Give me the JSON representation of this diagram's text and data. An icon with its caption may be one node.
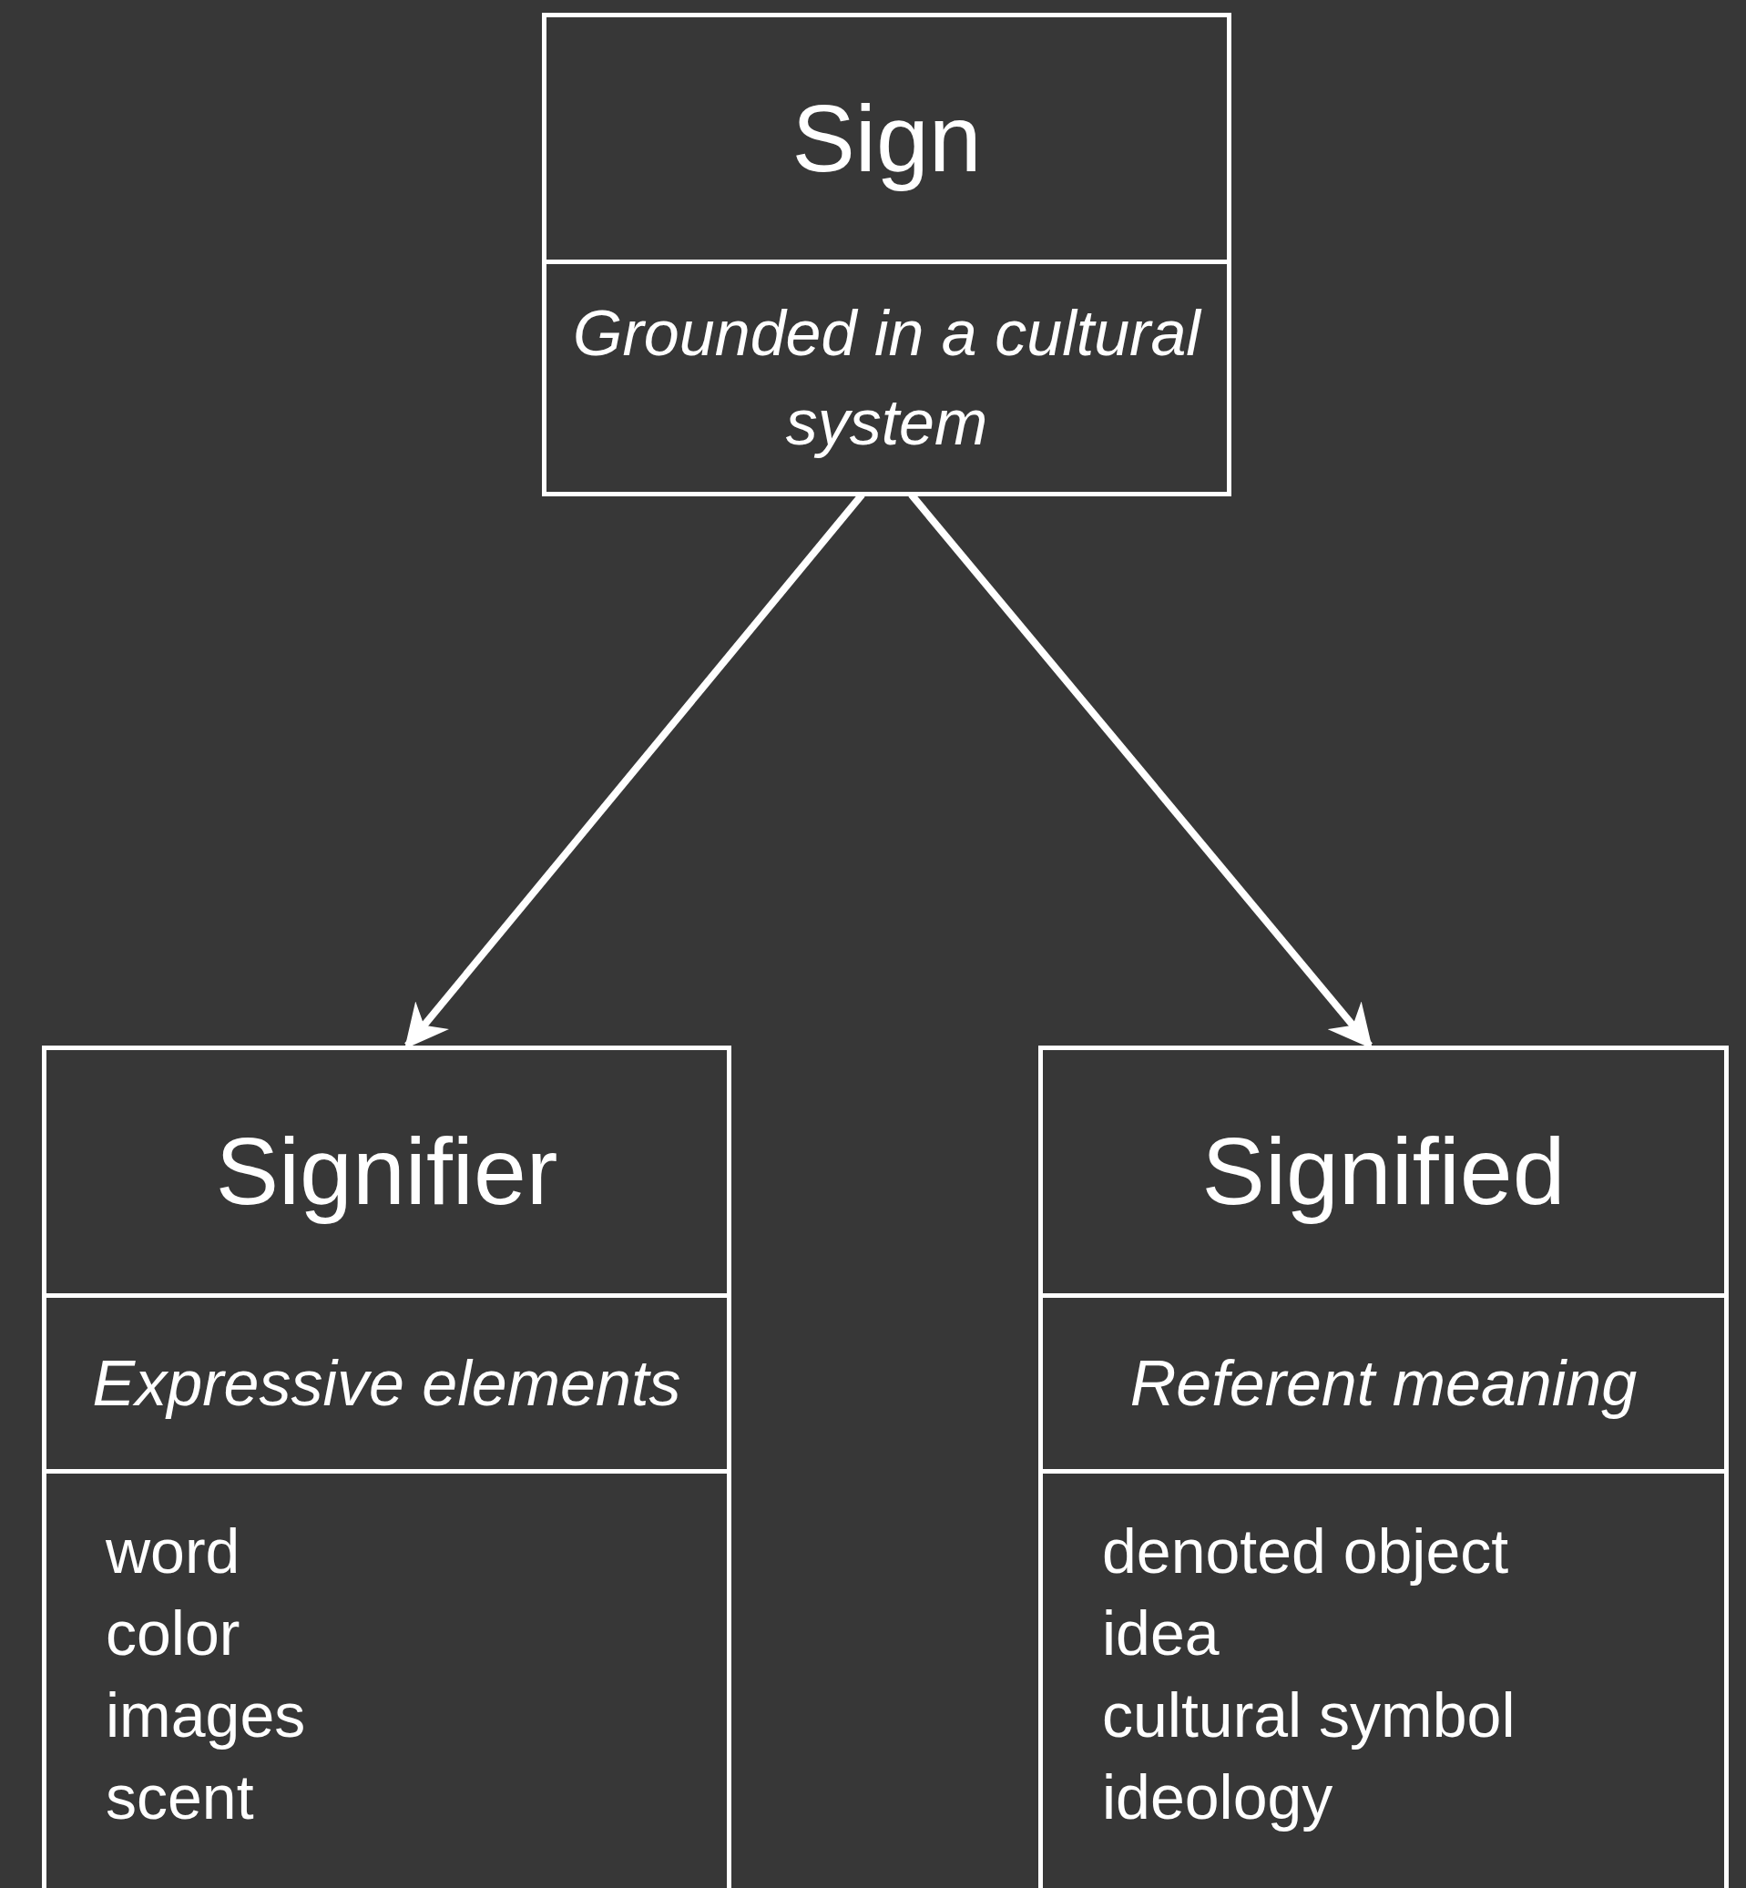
{
  "diagram": {
    "nodes": [
      {
        "text": [
          "Sign",
          "Grounded in a cultural system"
        ]
      },
      {
        "text": [
          "Signifier",
          "Expressive elements",
          "word",
          "color",
          "images",
          "scent"
        ]
      },
      {
        "text": [
          "Signified",
          "Referent meaning",
          "denoted object",
          "idea",
          "cultural symbol",
          "ideology"
        ]
      }
    ],
    "edges": [
      {
        "from": 0,
        "to": 1,
        "arrow": "to"
      },
      {
        "from": 0,
        "to": 2,
        "arrow": "to"
      }
    ]
  }
}
